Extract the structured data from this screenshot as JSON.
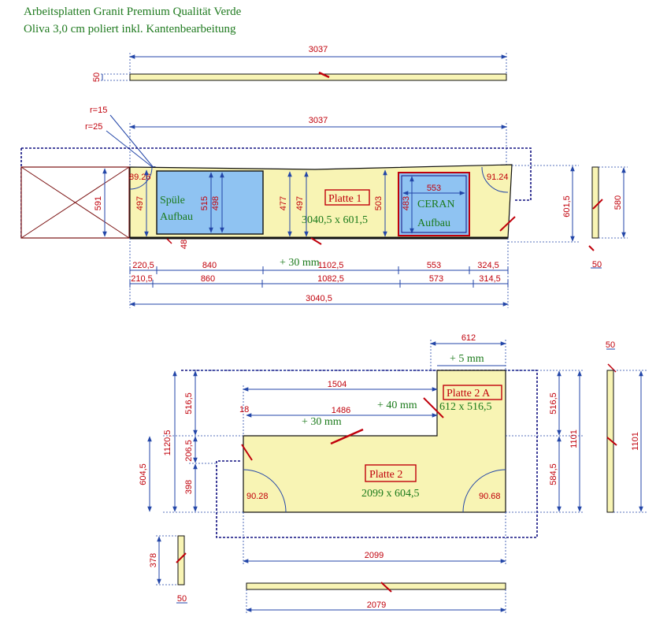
{
  "header": {
    "line1": "Arbeitsplatten Granit Premium Qualität Verde",
    "line2": "Oliva 3,0 cm poliert inkl. Kantenbearbeitung"
  },
  "colors": {
    "slab_fill": "#f8f4b4",
    "sink_fill": "#8fc3f2",
    "dimension": "#c0000b",
    "guide": "#2346a8",
    "text_green": "#1b7a1b",
    "dotted": "#101080"
  },
  "plate1": {
    "top_edge": {
      "length": "3037",
      "thickness": "50"
    },
    "outer_length": "3037",
    "r1": "r=15",
    "r2": "r=25",
    "name": "Platte 1",
    "size": "3040,5 x 601,5",
    "sink_label_1": "Spüle",
    "sink_label_2": "Aufbau",
    "ceran_label_1": "CERAN",
    "ceran_label_2": "Aufbau",
    "angle_left": "89.26",
    "angle_right": "91.24",
    "plus30": "+ 30 mm",
    "vert": {
      "h591": "591",
      "h497a": "497",
      "h515": "515",
      "h498": "498",
      "h477": "477",
      "h497b": "497",
      "h503": "503",
      "h483": "483",
      "h553": "553",
      "h601": "601,5",
      "h48": "48"
    },
    "row1": [
      "220,5",
      "840",
      "1102,5",
      "553",
      "324,5"
    ],
    "row2": [
      "210,5",
      "860",
      "1082,5",
      "573",
      "314,5"
    ],
    "total": "3040,5",
    "side_height": "580",
    "side_thick": "50"
  },
  "plate2": {
    "top_612": "612",
    "plus5": "+ 5 mm",
    "name_a": "Platte 2 A",
    "size_a": "612 x 516,5",
    "plus40": "+ 40 mm",
    "d1504": "1504",
    "d1486": "1486",
    "d18": "18",
    "plus30": "+ 30 mm",
    "name": "Platte 2",
    "size": "2099 x 604,5",
    "angle_left": "90.28",
    "angle_right": "90.68",
    "left_dims": {
      "h516": "516,5",
      "h1120": "1120,5",
      "h206": "206,5",
      "h604": "604,5",
      "h398": "398"
    },
    "right_dims": {
      "h516": "516,5",
      "h584": "584,5",
      "h1101": "1101"
    },
    "bottom_2099": "2099",
    "edge": {
      "thick": "50",
      "height": "1101"
    },
    "small_edge": {
      "height": "378",
      "thick": "50"
    },
    "bottom_strip": "2079"
  }
}
